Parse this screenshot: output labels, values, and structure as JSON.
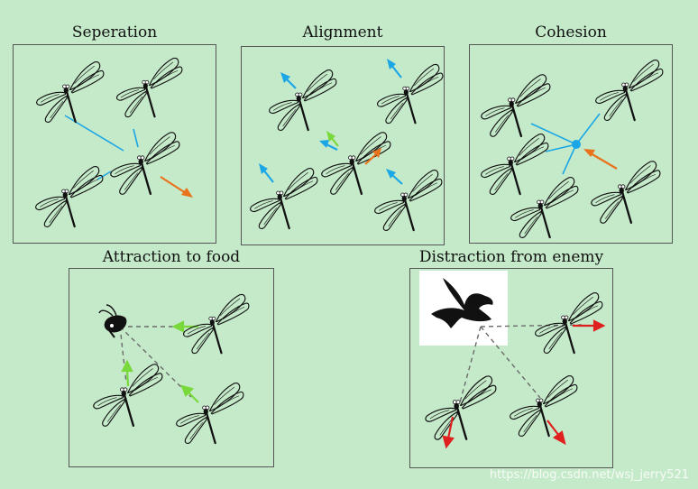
{
  "panels": {
    "separation": "Seperation",
    "alignment": "Alignment",
    "cohesion": "Cohesion",
    "food": "Attraction to food",
    "enemy": "Distraction from enemy"
  },
  "watermark": "https://blog.csdn.net/wsj_jerry521",
  "colors": {
    "background": "#c5eac9",
    "cyan": "#1ba6e6",
    "orange": "#e8731c",
    "green": "#79d93a",
    "red": "#e0201e",
    "gray_dash": "#6b6b6b"
  }
}
